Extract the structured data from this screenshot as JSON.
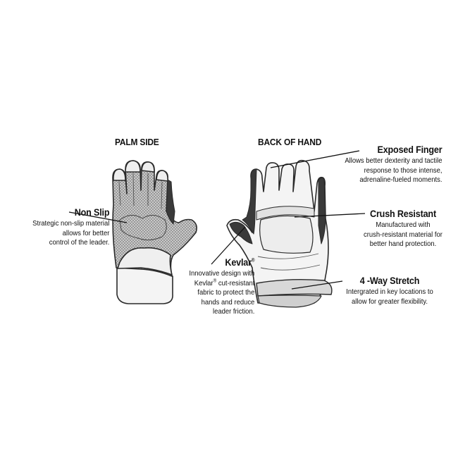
{
  "headings": {
    "palm_side": "PALM SIDE",
    "back_of_hand": "BACK OF HAND"
  },
  "callouts": {
    "non_slip": {
      "title": "Non Slip",
      "lines": [
        "Strategic non-slip material",
        "allows for better",
        "control of the leader."
      ]
    },
    "kevlar": {
      "title": "Kevlar",
      "title_mark": "®",
      "lines": [
        "Innovative design with",
        "cut-resistant",
        "fabric to protect the",
        "hands and reduce",
        "leader friction."
      ],
      "line2_prefix": "Kevlar",
      "line2_mark": "®"
    },
    "exposed_finger": {
      "title": "Exposed Finger",
      "lines": [
        "Allows better dexterity and tactile",
        "response to those intense,",
        "adrenaline-fueled moments."
      ]
    },
    "crush_resistant": {
      "title": "Crush Resistant",
      "lines": [
        "Manufactured with",
        "crush-resistant material for",
        "better hand protection."
      ]
    },
    "four_way_stretch": {
      "title": "4 -Way Stretch",
      "lines": [
        "Intergrated in key locations to",
        "allow for greater flexibility."
      ]
    }
  },
  "colors": {
    "outline": "#2a2a2a",
    "grip_fill": "#8e8e8e",
    "light_fill": "#f2f2f2",
    "dark_trim": "#3a3a3a"
  }
}
